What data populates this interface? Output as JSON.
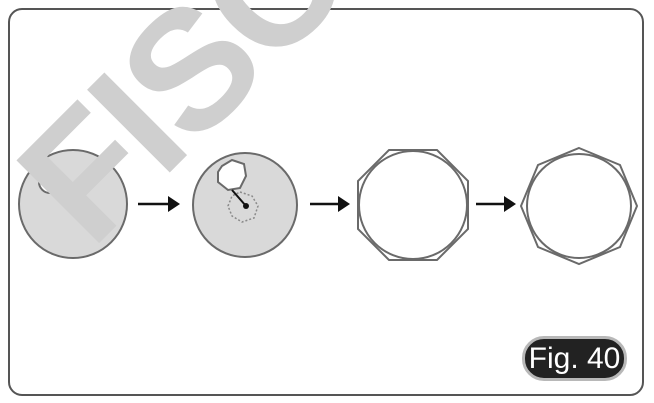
{
  "figure": {
    "label": "Fig. 40",
    "watermark": "FISCHER"
  },
  "steps": [
    {
      "id": "step-1",
      "kind": "field-circle-with-small-disc"
    },
    {
      "id": "step-2",
      "kind": "field-circle-with-diaphragm-polygon"
    },
    {
      "id": "step-3",
      "kind": "octagon-inscribed"
    },
    {
      "id": "step-4",
      "kind": "octagon-circumscribed"
    }
  ],
  "colors": {
    "fill_gray": "#d9d9d9",
    "stroke": "#6a6a6a",
    "arrow": "#111111",
    "frame": "#555555",
    "label_bg": "#222222",
    "label_text": "#ffffff",
    "watermark": "#cfcfcf"
  }
}
